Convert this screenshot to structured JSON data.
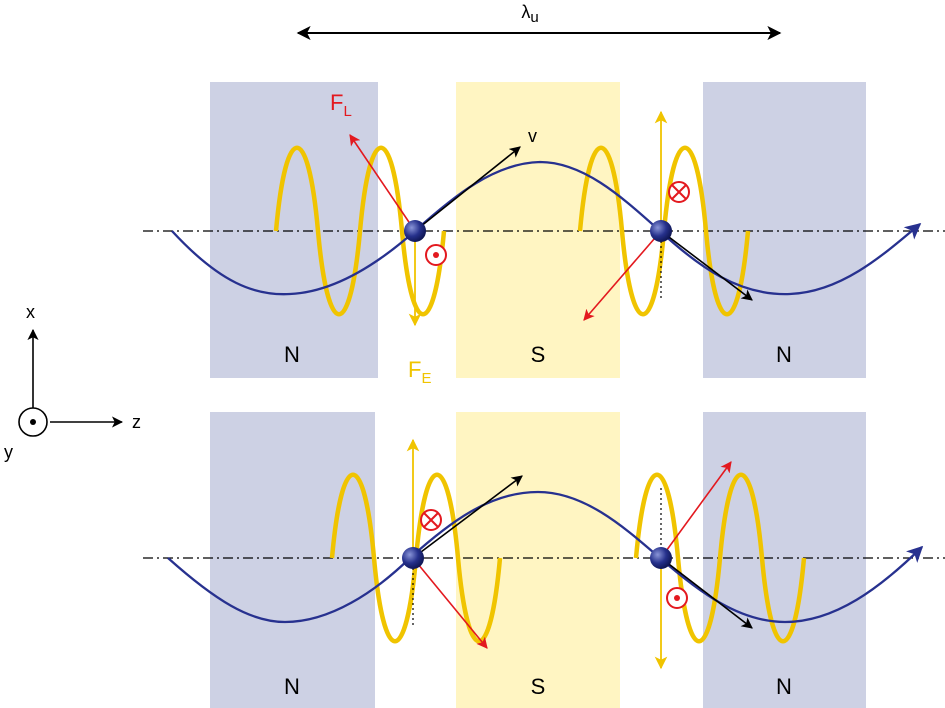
{
  "wavelength": {
    "symbol": "λ",
    "sub": "u"
  },
  "axes": {
    "x": "x",
    "y": "y",
    "z": "z"
  },
  "forces": {
    "lorentz": {
      "symbol": "F",
      "sub": "L"
    },
    "electric": {
      "symbol": "F",
      "sub": "E"
    },
    "velocity": "v"
  },
  "poles": {
    "top": [
      "N",
      "S",
      "N"
    ],
    "bottom": [
      "N",
      "S",
      "N"
    ]
  },
  "field_symbols": {
    "out_of_page": "dot-in-circle-icon",
    "into_page": "cross-in-circle-icon"
  },
  "colors": {
    "north_pole": "#cdd1e4",
    "south_pole": "#fff5c2",
    "trajectory": "#27318f",
    "laser_field": "#f0c400",
    "lorentz_force": "#e3191f",
    "electric_force": "#f0c400",
    "velocity": "#000000",
    "electron": "#26318c"
  }
}
